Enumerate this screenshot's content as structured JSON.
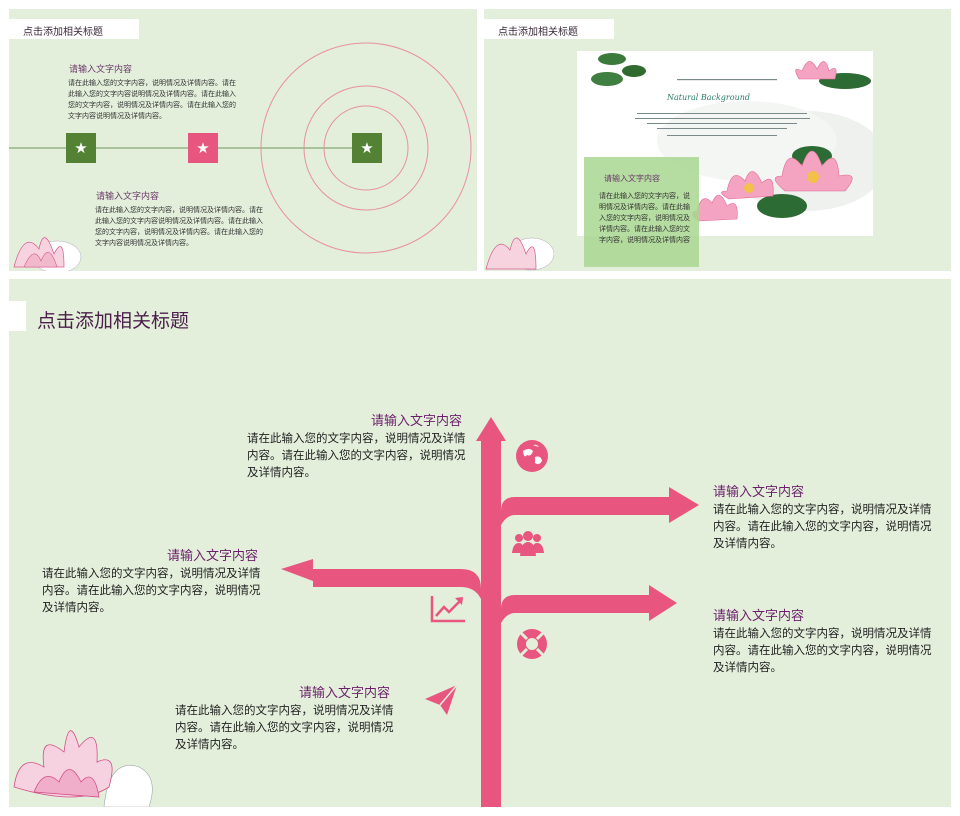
{
  "slide1": {
    "title": "点击添加相关标题",
    "block_top": {
      "heading": "请输入文字内容",
      "body": "请在此输入您的文字内容，说明情况及详情内容。请在此输入您的文字内容说明情况及详情内容。请在此输入您的文字内容，说明情况及详情内容。请在此输入您的文字内容说明情况及详情内容。"
    },
    "block_bottom": {
      "heading": "请输入文字内容",
      "body": "请在此输入您的文字内容，说明情况及详情内容。请在此输入您的文字内容说明情况及详情内容。请在此输入您的文字内容，说明情况及详情内容。请在此输入您的文字内容说明情况及详情内容。"
    },
    "star_glyph": "★",
    "colors": {
      "green": "#548235",
      "pink": "#e8567f",
      "ring": "#e8909f"
    }
  },
  "slide2": {
    "title": "点击添加相关标题",
    "photo_caption": "Natural Background",
    "card": {
      "heading": "请输入文字内容",
      "body": "请在此输入您的文字内容，说明情况及详情内容。请在此输入您的文字内容，说明情况及详情内容。请在此输入您的文字内容，说明情况及详情内容"
    }
  },
  "slide3": {
    "title": "点击添加相关标题",
    "arrow_color": "#e8567f",
    "items": [
      {
        "heading": "请输入文字内容",
        "body": "请在此输入您的文字内容，说明情况及详情内容。请在此输入您的文字内容，说明情况及详情内容。"
      },
      {
        "heading": "请输入文字内容",
        "body": "请在此输入您的文字内容，说明情况及详情内容。请在此输入您的文字内容，说明情况及详情内容。"
      },
      {
        "heading": "请输入文字内容",
        "body": "请在此输入您的文字内容，说明情况及详情内容。请在此输入您的文字内容，说明情况及详情内容。"
      },
      {
        "heading": "请输入文字内容",
        "body": "请在此输入您的文字内容，说明情况及详情内容。请在此输入您的文字内容，说明情况及详情内容。"
      },
      {
        "heading": "请输入文字内容",
        "body": "请在此输入您的文字内容，说明情况及详情内容。请在此输入您的文字内容，说明情况及详情内容。"
      }
    ],
    "icons": [
      "globe-icon",
      "people-icon",
      "trend-chart-icon",
      "lifebuoy-icon",
      "paper-plane-icon"
    ]
  }
}
